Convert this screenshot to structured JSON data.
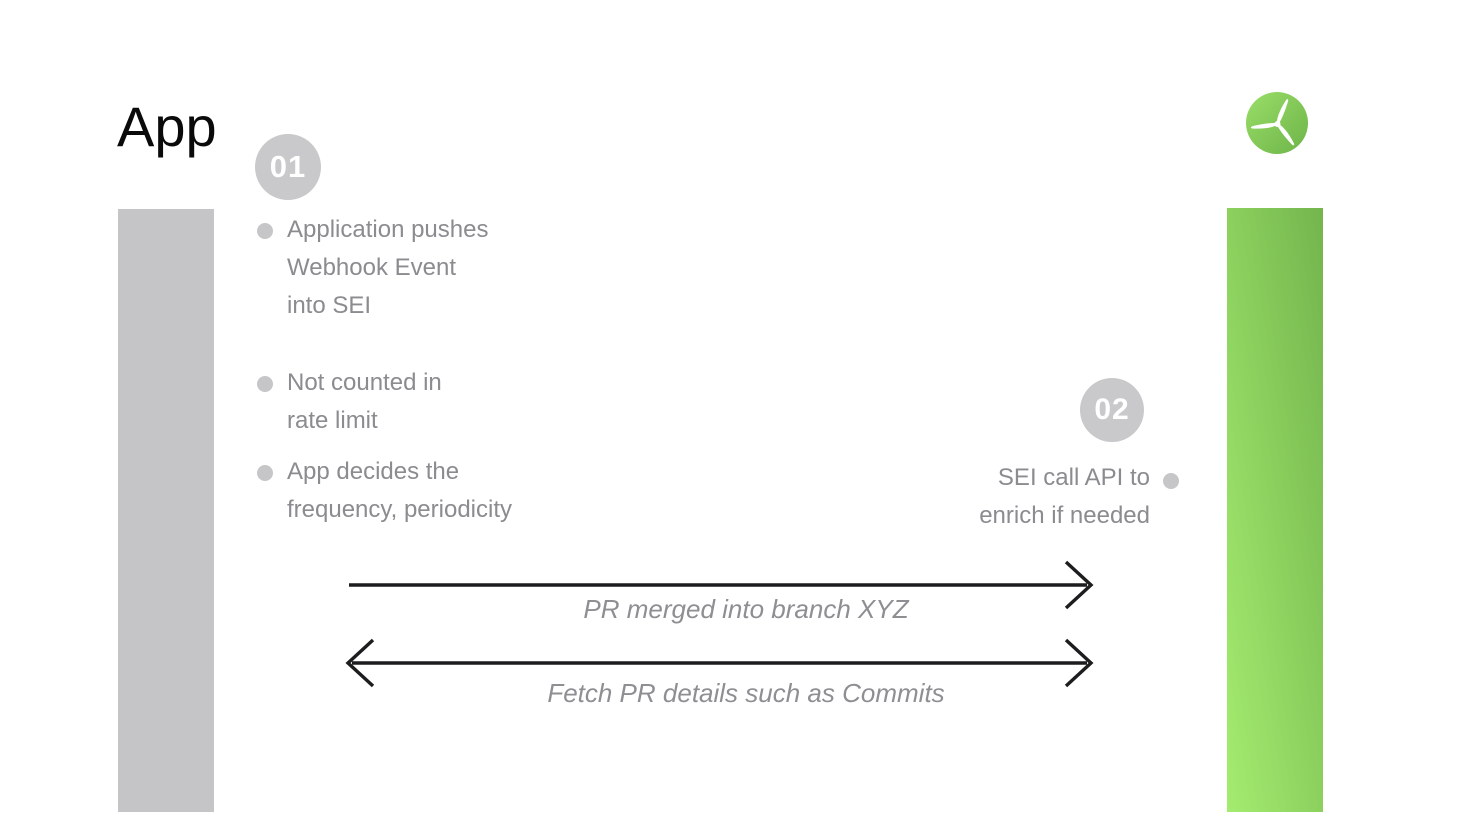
{
  "header": {
    "app_label": "App"
  },
  "logo": {
    "icon": "wind-turbine-icon"
  },
  "steps": {
    "one": "01",
    "two": "02"
  },
  "left_notes": [
    {
      "lines": [
        "Application pushes",
        "Webhook Event",
        "into SEI"
      ]
    },
    {
      "lines": [
        "Not counted in",
        "rate limit"
      ]
    },
    {
      "lines": [
        "App decides the",
        "frequency, periodicity"
      ]
    }
  ],
  "right_note": {
    "lines": [
      "SEI call API to",
      "enrich if needed"
    ]
  },
  "arrows": [
    {
      "label": "PR merged into branch XYZ",
      "direction": "right"
    },
    {
      "label": "Fetch PR details such as Commits",
      "direction": "both"
    }
  ],
  "colors": {
    "gray_bar": "#c5c5c7",
    "green_bar_top": "#74b54d",
    "green_bar_bottom": "#a4ec70",
    "logo_gradient_start": "#9ade69",
    "logo_gradient_end": "#6db448",
    "badge_bg": "#c9c9cb",
    "badge_text": "#ffffff",
    "note_text": "#8b8b90",
    "bullet_dot": "#c6c6c9",
    "arrow_label_text": "#8e8e93",
    "arrow_stroke": "#1d1d1f",
    "title_text": "#0a0a0a"
  }
}
